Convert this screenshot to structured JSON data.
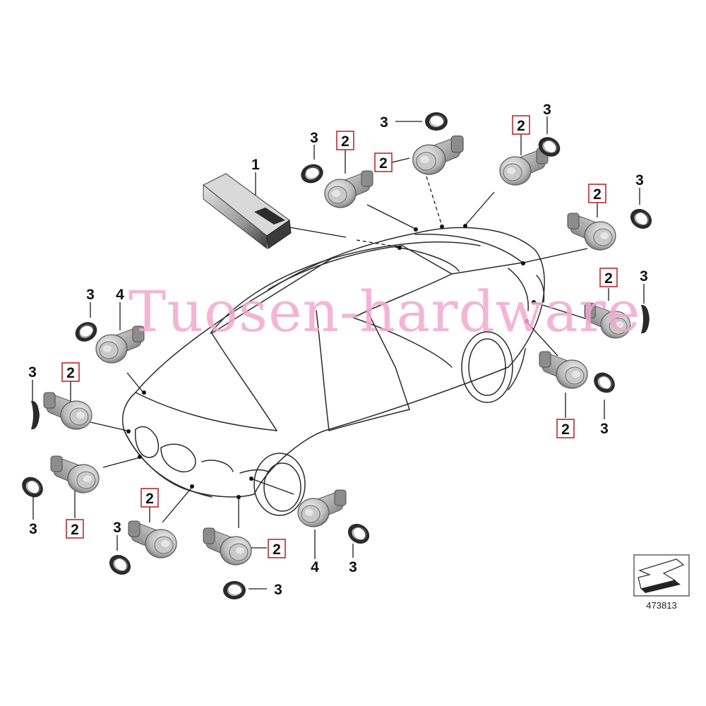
{
  "watermark": "Tuosen-hardware",
  "reference_number": "473813",
  "callouts": [
    {
      "id": "c1",
      "label": "1",
      "boxed": false
    },
    {
      "id": "c2a",
      "label": "2",
      "boxed": true
    },
    {
      "id": "c2b",
      "label": "2",
      "boxed": true
    },
    {
      "id": "c2c",
      "label": "2",
      "boxed": true
    },
    {
      "id": "c2d",
      "label": "2",
      "boxed": true
    },
    {
      "id": "c2e",
      "label": "2",
      "boxed": true
    },
    {
      "id": "c2f",
      "label": "2",
      "boxed": true
    },
    {
      "id": "c2g",
      "label": "2",
      "boxed": true
    },
    {
      "id": "c2h",
      "label": "2",
      "boxed": true
    },
    {
      "id": "c2i",
      "label": "2",
      "boxed": true
    },
    {
      "id": "c2j",
      "label": "2",
      "boxed": true
    },
    {
      "id": "c3a",
      "label": "3",
      "boxed": false
    },
    {
      "id": "c3b",
      "label": "3",
      "boxed": false
    },
    {
      "id": "c3c",
      "label": "3",
      "boxed": false
    },
    {
      "id": "c3d",
      "label": "3",
      "boxed": false
    },
    {
      "id": "c3e",
      "label": "3",
      "boxed": false
    },
    {
      "id": "c3f",
      "label": "3",
      "boxed": false
    },
    {
      "id": "c3g",
      "label": "3",
      "boxed": false
    },
    {
      "id": "c3h",
      "label": "3",
      "boxed": false
    },
    {
      "id": "c3i",
      "label": "3",
      "boxed": false
    },
    {
      "id": "c3j",
      "label": "3",
      "boxed": false
    },
    {
      "id": "c3k",
      "label": "3",
      "boxed": false
    },
    {
      "id": "c3l",
      "label": "3",
      "boxed": false
    },
    {
      "id": "c4a",
      "label": "4",
      "boxed": false
    },
    {
      "id": "c4b",
      "label": "4",
      "boxed": false
    }
  ],
  "colors": {
    "callout_box": "#c0282d",
    "watermark": "#f2a9cf",
    "sensor_body": "#9c9c9c",
    "ring": "#1f1f1f",
    "line": "#1a1a1a"
  },
  "icons": [
    "control-unit-icon",
    "parking-sensor-icon",
    "sealing-ring-icon",
    "arrow-reference-icon"
  ]
}
